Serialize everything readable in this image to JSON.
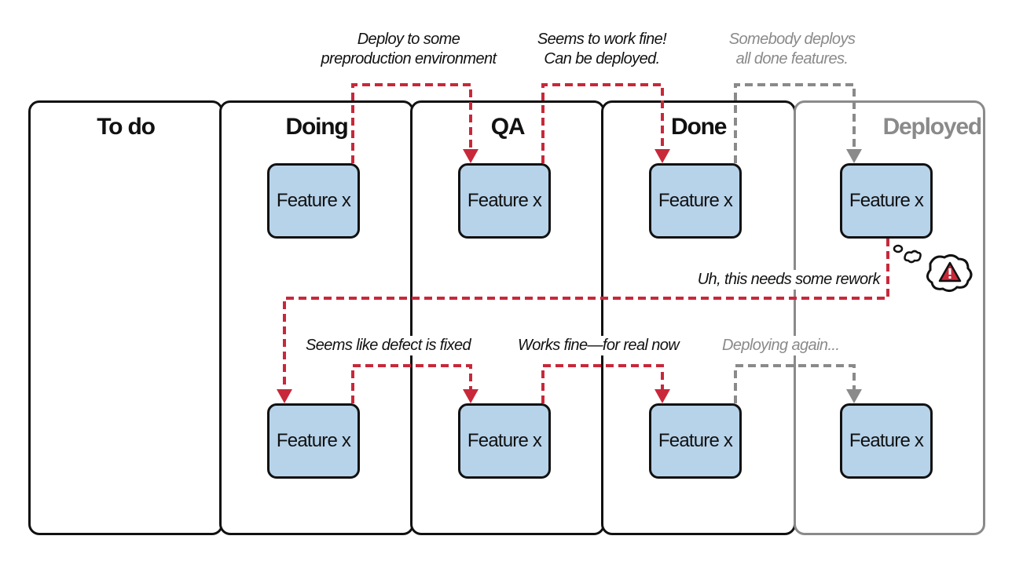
{
  "columns": [
    {
      "title": "To do"
    },
    {
      "title": "Doing"
    },
    {
      "title": "QA"
    },
    {
      "title": "Done"
    },
    {
      "title": "Deployed"
    }
  ],
  "card_label": "Feature x",
  "labels": {
    "deploy_preprod_line1": "Deploy to some",
    "deploy_preprod_line2": "preproduction environment",
    "seems_fine_line1": "Seems to work fine!",
    "seems_fine_line2": "Can be deployed.",
    "somebody_line1": "Somebody deploys",
    "somebody_line2": "all done features.",
    "rework": "Uh, this needs some rework",
    "defect_fixed": "Seems like defect is fixed",
    "works_fine": "Works fine—for real now",
    "deploying_again": "Deploying again..."
  },
  "colors": {
    "card_fill": "#b7d3ea",
    "arrow_red": "#c8283a",
    "arrow_gray": "#8a8a8a",
    "border": "#111111"
  },
  "icons": [
    "thought-bubble-icon",
    "warning-icon"
  ]
}
